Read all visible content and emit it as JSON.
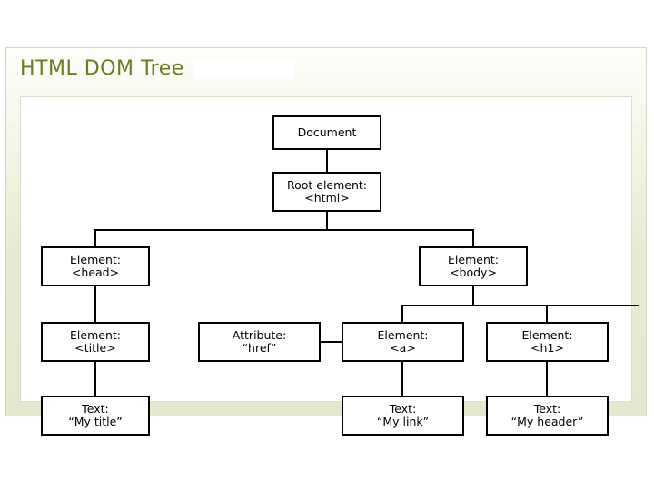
{
  "slide": {
    "title": "HTML DOM Tree",
    "title_color": "#6c7b1e",
    "panel_bg": "#e4e9cd",
    "canvas_bg": "#ffffff",
    "redacted_block": ""
  },
  "diagram": {
    "type": "tree",
    "nodes": [
      {
        "id": "document",
        "line1": "Document",
        "line2": ""
      },
      {
        "id": "html",
        "line1": "Root element:",
        "line2": "<html>"
      },
      {
        "id": "head",
        "line1": "Element:",
        "line2": "<head>"
      },
      {
        "id": "body",
        "line1": "Element:",
        "line2": "<body>"
      },
      {
        "id": "title",
        "line1": "Element:",
        "line2": "<title>"
      },
      {
        "id": "href",
        "line1": "Attribute:",
        "line2": "“href”"
      },
      {
        "id": "a",
        "line1": "Element:",
        "line2": "<a>"
      },
      {
        "id": "h1",
        "line1": "Element:",
        "line2": "<h1>"
      },
      {
        "id": "texttitle",
        "line1": "Text:",
        "line2": "“My title”"
      },
      {
        "id": "textlink",
        "line1": "Text:",
        "line2": "“My link”"
      },
      {
        "id": "textheader",
        "line1": "Text:",
        "line2": "“My header”"
      }
    ],
    "edges": [
      {
        "from": "document",
        "to": "html"
      },
      {
        "from": "html",
        "to": "head"
      },
      {
        "from": "html",
        "to": "body"
      },
      {
        "from": "head",
        "to": "title"
      },
      {
        "from": "title",
        "to": "texttitle"
      },
      {
        "from": "body",
        "to": "a"
      },
      {
        "from": "body",
        "to": "h1"
      },
      {
        "from": "href",
        "to": "a"
      },
      {
        "from": "a",
        "to": "textlink"
      },
      {
        "from": "h1",
        "to": "textheader"
      }
    ]
  }
}
